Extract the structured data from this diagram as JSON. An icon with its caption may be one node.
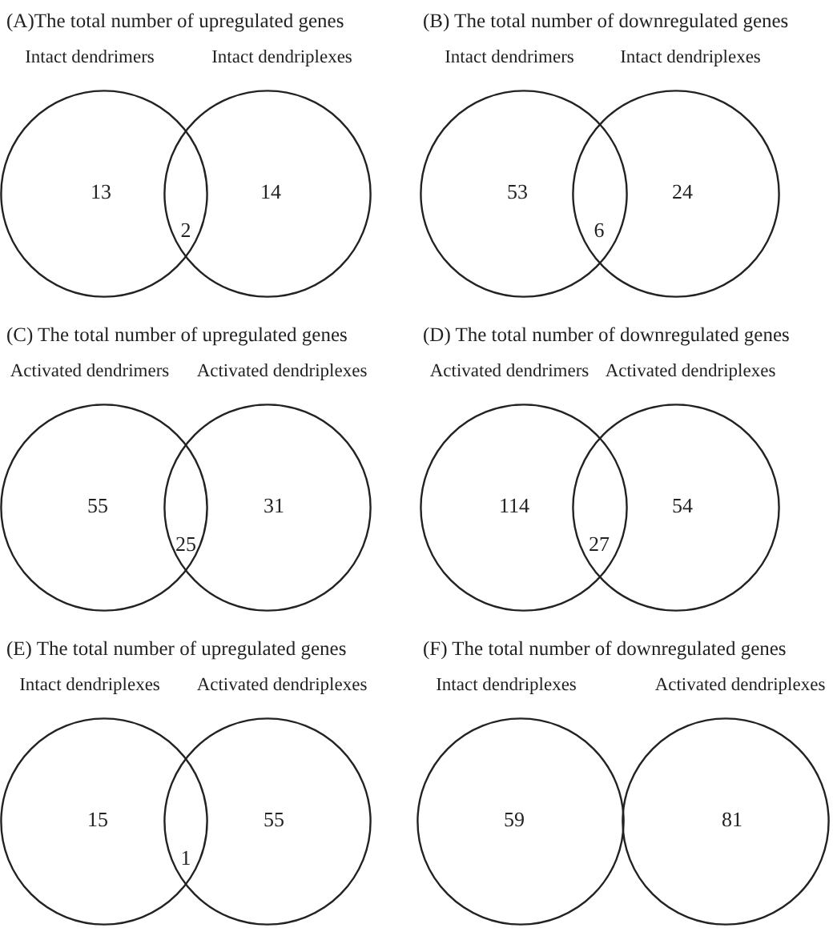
{
  "diagram": {
    "nodes": [
      {
        "text": [
          "Intact dendrimers",
          "13"
        ]
      },
      {
        "text": [
          "Intact dendriplexes",
          "14"
        ]
      },
      {
        "text": [
          "Intact dendrimers",
          "53"
        ]
      },
      {
        "text": [
          "Intact dendriplexes",
          "24"
        ]
      },
      {
        "text": [
          "Activated dendrimers",
          "55"
        ]
      },
      {
        "text": [
          "Activated dendriplexes",
          "31"
        ]
      },
      {
        "text": [
          "Activated dendrimers",
          "114"
        ]
      },
      {
        "text": [
          "Activated dendriplexes",
          "54"
        ]
      },
      {
        "text": [
          "Intact dendriplexes",
          "15"
        ]
      },
      {
        "text": [
          "Activated dendriplexes",
          "55"
        ]
      },
      {
        "text": [
          "Intact dendriplexes",
          "59"
        ]
      },
      {
        "text": [
          "Activated dendriplexes",
          "81"
        ]
      }
    ],
    "edges": [],
    "labels": [
      "(A)The total number of upregulated genes",
      "2",
      "(B) The total number of downregulated genes",
      "6",
      "(C) The total number of upregulated genes",
      "25",
      "(D) The total number of downregulated genes",
      "27",
      "(E) The total number of upregulated genes",
      "1",
      "(F) The total number of downregulated genes"
    ]
  }
}
